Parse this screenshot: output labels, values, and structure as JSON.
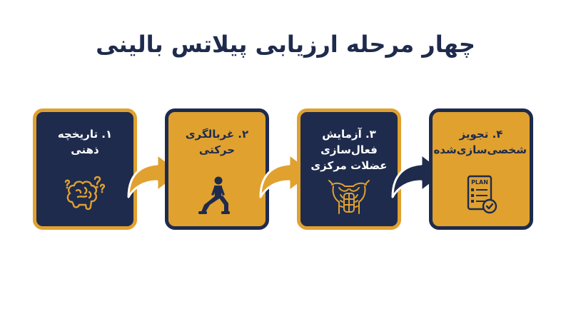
{
  "title": "چهار مرحله ارزیابی پیلاتس بالینی",
  "steps": [
    {
      "label": "۱. تاریخچه\nذهنی",
      "icon": "brain-question-icon"
    },
    {
      "label": "۲. غربالگری\nحرکتی",
      "icon": "lunge-person-icon"
    },
    {
      "label": "۳. آزمایش\nفعال‌سازی\nعضلات مرکزی",
      "icon": "core-torso-icon"
    },
    {
      "label": "۴. تجویز\nشخصی‌سازی‌شده",
      "icon": "plan-clipboard-icon",
      "icon_text": "PLAN"
    }
  ],
  "colors": {
    "navy": "#1e2b4d",
    "gold": "#e0a12f",
    "white": "#ffffff"
  }
}
